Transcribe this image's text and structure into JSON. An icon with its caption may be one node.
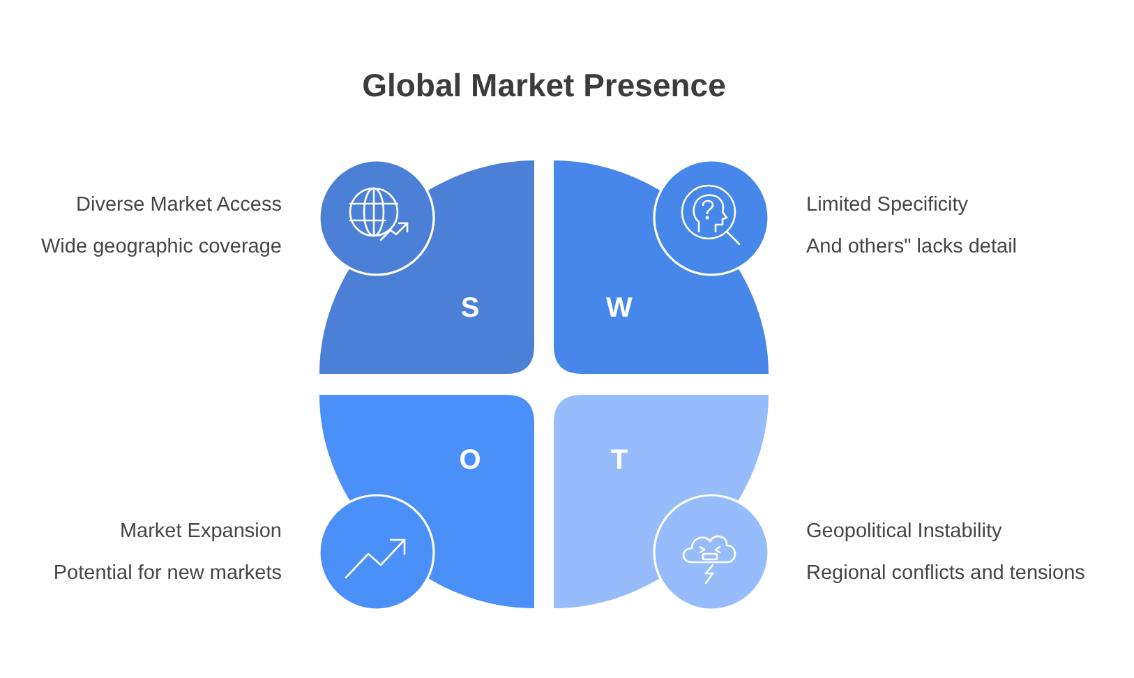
{
  "diagram": {
    "title": "Global Market Presence",
    "nodes": [
      {
        "text": [
          "S"
        ],
        "beside": [
          "Diverse Market Access",
          "Wide geographic coverage"
        ]
      },
      {
        "text": [
          "W"
        ],
        "beside": [
          "Limited Specificity",
          "And others\" lacks detail"
        ]
      },
      {
        "text": [
          "O"
        ],
        "beside": [
          "Market Expansion",
          "Potential for new markets"
        ]
      },
      {
        "text": [
          "T"
        ],
        "beside": [
          "Geopolitical Instability",
          "Regional conflicts and tensions"
        ]
      }
    ]
  }
}
